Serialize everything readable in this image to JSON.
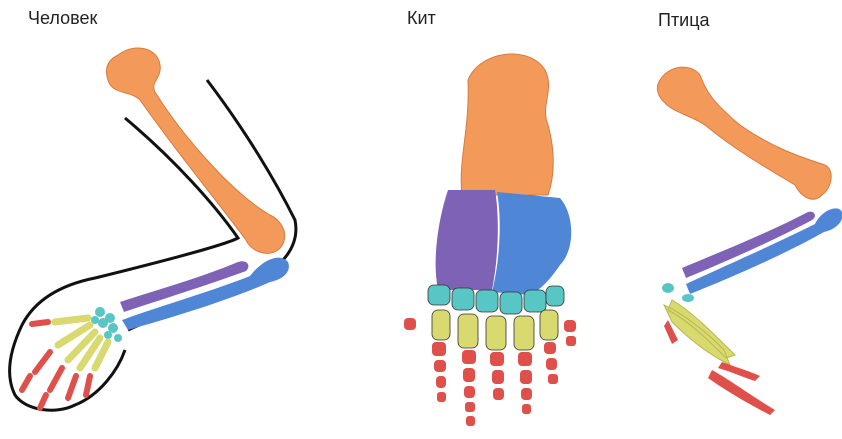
{
  "labels": {
    "human": "Человек",
    "whale": "Кит",
    "bird": "Птица"
  },
  "colors": {
    "humerus": "#f39a5b",
    "radius": "#7e62b6",
    "ulna": "#4f86d6",
    "carpals": "#58c6c4",
    "metacarpals": "#d8d96e",
    "phalanges": "#e0504a",
    "outline": "#111111"
  }
}
